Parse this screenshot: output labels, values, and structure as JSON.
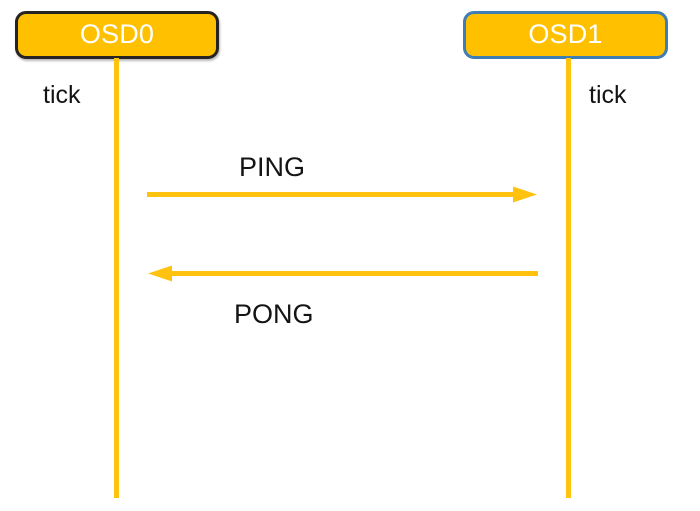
{
  "diagram": {
    "type": "sequence-diagram",
    "background_color": "#FFFFFF",
    "accent_color": "#FFC000",
    "line_color": "#FFC20E",
    "text_color": "#141414",
    "participants": [
      {
        "id": "osd0",
        "label": "OSD0",
        "fill_color": "#FFC000",
        "border_color": "#262322",
        "text_color": "#FFFFFF",
        "tick_label": "tick"
      },
      {
        "id": "osd1",
        "label": "OSD1",
        "fill_color": "#FFC000",
        "border_color": "#3F7DB5",
        "text_color": "#FFFFFF",
        "tick_label": "tick"
      }
    ],
    "messages": [
      {
        "id": "ping",
        "label": "PING",
        "from": "osd0",
        "to": "osd1",
        "direction": "right",
        "arrow_color": "#FFC20E",
        "label_position": "above"
      },
      {
        "id": "pong",
        "label": "PONG",
        "from": "osd1",
        "to": "osd0",
        "direction": "left",
        "arrow_color": "#FFC20E",
        "label_position": "below"
      }
    ]
  }
}
